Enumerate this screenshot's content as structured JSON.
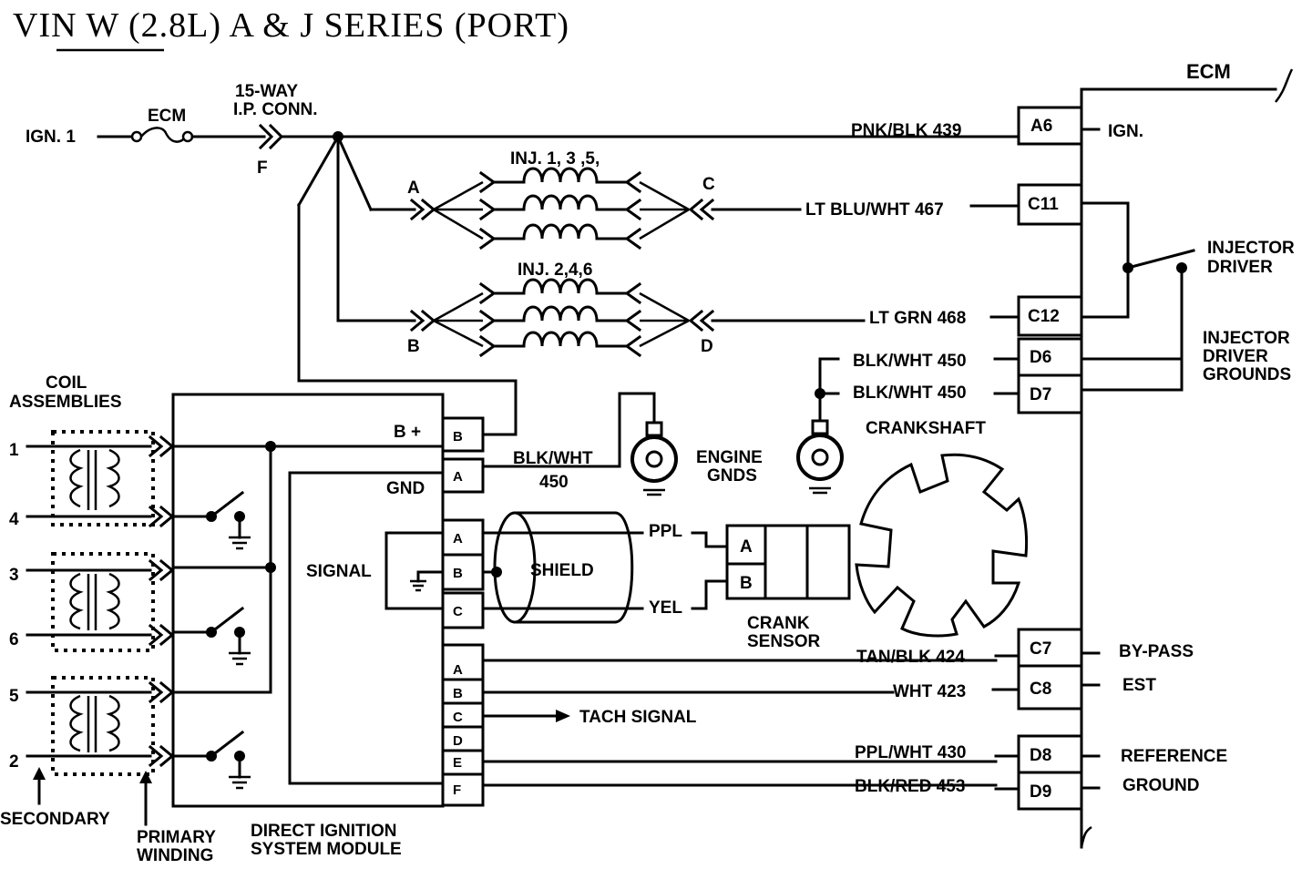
{
  "title": "VIN W (2.8L) A & J SERIES (PORT)",
  "ecm": {
    "label": "ECM",
    "pins": {
      "a6": "A6",
      "c11": "C11",
      "c12": "C12",
      "d6": "D6",
      "d7": "D7",
      "c7": "C7",
      "c8": "C8",
      "d8": "D8",
      "d9": "D9"
    },
    "functions": {
      "ign": "IGN.",
      "injector_driver": [
        "INJECTOR",
        "DRIVER"
      ],
      "injector_driver_grounds": [
        "INJECTOR",
        "DRIVER",
        "GROUNDS"
      ],
      "bypass": "BY-PASS",
      "est": "EST",
      "reference": "REFERENCE",
      "ground": "GROUND"
    }
  },
  "power": {
    "ign1": "IGN. 1",
    "fuse": "ECM",
    "connector": [
      "15-WAY",
      "I.P. CONN."
    ],
    "connector_pin": "F"
  },
  "injectors": {
    "bank1": "INJ. 1, 3 ,5,",
    "bank2": "INJ. 2,4,6",
    "conn_a": "A",
    "conn_b": "B",
    "conn_c": "C",
    "conn_d": "D"
  },
  "wires": {
    "w439": "PNK/BLK 439",
    "w467": "LT BLU/WHT 467",
    "w468": "LT GRN 468",
    "w450a": "BLK/WHT 450",
    "w450b": "BLK/WHT 450",
    "w450_module": [
      "BLK/WHT",
      "450"
    ],
    "w424": "TAN/BLK 424",
    "w423": "WHT 423",
    "w430": "PPL/WHT 430",
    "w453": "BLK/RED 453",
    "ppl": "PPL",
    "yel": "YEL"
  },
  "grounds": {
    "engine_gnds": [
      "ENGINE",
      "GNDS"
    ]
  },
  "module": {
    "bplus": "B +",
    "gnd": "GND",
    "signal": "SIGNAL",
    "shield": "SHIELD",
    "tach": "TACH SIGNAL",
    "label": [
      "DIRECT IGNITION",
      "SYSTEM MODULE"
    ],
    "pins_upper": [
      "B",
      "A"
    ],
    "pins_signal": [
      "A",
      "B",
      "C"
    ],
    "pins_lower": [
      "A",
      "B",
      "C",
      "D",
      "E",
      "F"
    ]
  },
  "crank": {
    "crankshaft": "CRANKSHAFT",
    "sensor": [
      "CRANK",
      "SENSOR"
    ],
    "pin_a": "A",
    "pin_b": "B"
  },
  "coils": {
    "heading": [
      "COIL",
      "ASSEMBLIES"
    ],
    "cylinders": [
      "1",
      "4",
      "3",
      "6",
      "5",
      "2"
    ],
    "secondary": "SECONDARY",
    "primary": [
      "PRIMARY",
      "WINDING"
    ]
  }
}
